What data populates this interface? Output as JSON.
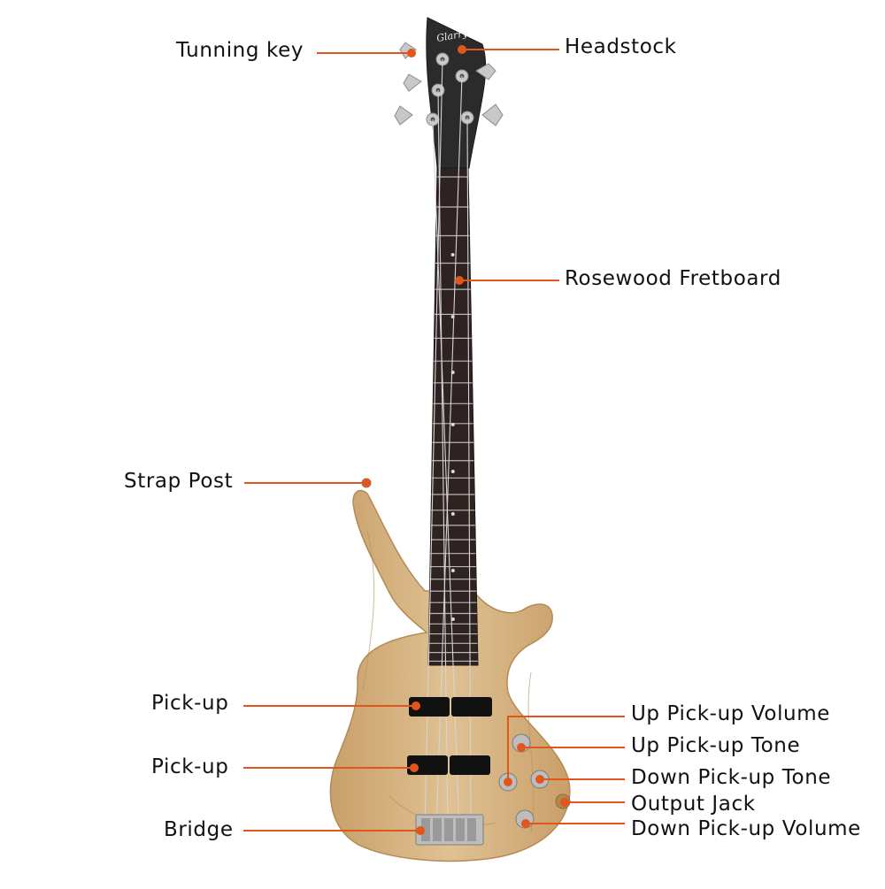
{
  "brand": "Glarry",
  "labels": {
    "tunning_key": "Tunning key",
    "headstock": "Headstock",
    "rosewood_fretboard": "Rosewood Fretboard",
    "strap_post": "Strap Post",
    "pickup_upper": "Pick-up",
    "pickup_lower": "Pick-up",
    "bridge": "Bridge",
    "up_pickup_volume": "Up Pick-up Volume",
    "up_pickup_tone": "Up Pick-up Tone",
    "down_pickup_tone": "Down Pick-up Tone",
    "output_jack": "Output Jack",
    "down_pickup_volume": "Down Pick-up Volume"
  },
  "colors": {
    "callout": "#e2561b",
    "body_wood": "#d8b585",
    "fretboard": "#2f2321",
    "headstock": "#2b2b2b",
    "hardware": "#c8c8c8"
  }
}
